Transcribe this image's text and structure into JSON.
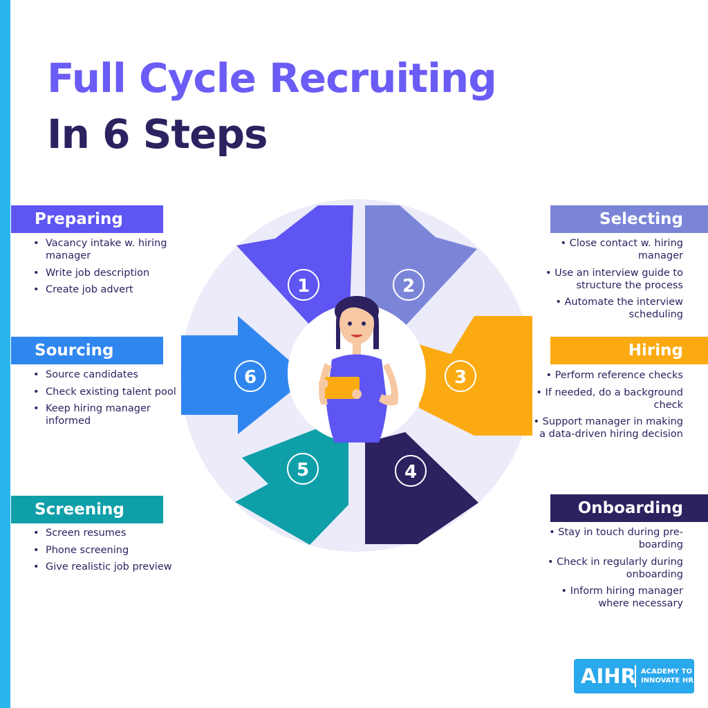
{
  "title": {
    "line1": "Full Cycle Recruiting",
    "line2": "In 6 Steps"
  },
  "colors": {
    "preparing": "#5e55f2",
    "selecting": "#7b85d8",
    "hiring": "#fbaa12",
    "onboarding": "#2d2160",
    "screening": "#0f9fa9",
    "sourcing": "#3086ef",
    "ring": "#ebebfa",
    "sidebar": "#29b6ee"
  },
  "steps": [
    {
      "number": "1",
      "title": "Preparing",
      "color": "#5e55f2",
      "items": [
        "Vacancy intake w. hiring manager",
        "Write job description",
        "Create job advert"
      ]
    },
    {
      "number": "2",
      "title": "Selecting",
      "color": "#7b85d8",
      "items": [
        "Close contact w. hiring manager",
        "Use an interview guide to structure the process",
        "Automate the interview scheduling"
      ]
    },
    {
      "number": "3",
      "title": "Hiring",
      "color": "#fbaa12",
      "items": [
        "Perform reference checks",
        "If needed, do a background check",
        "Support manager in making a data-driven hiring decision"
      ]
    },
    {
      "number": "4",
      "title": "Onboarding",
      "color": "#2d2160",
      "items": [
        "Stay in touch during pre-boarding",
        "Check in regularly during onboarding",
        "Inform hiring manager where necessary"
      ]
    },
    {
      "number": "5",
      "title": "Screening",
      "color": "#0f9fa9",
      "items": [
        "Screen resumes",
        "Phone screening",
        "Give realistic job preview"
      ]
    },
    {
      "number": "6",
      "title": "Sourcing",
      "color": "#3086ef",
      "items": [
        "Source candidates",
        "Check existing talent pool",
        "Keep hiring manager informed"
      ]
    }
  ],
  "center_figure": {
    "icon": "recruiter-holding-card-icon"
  },
  "logo": {
    "main": "AIHR",
    "sub": "ACADEMY TO INNOVATE HR"
  }
}
